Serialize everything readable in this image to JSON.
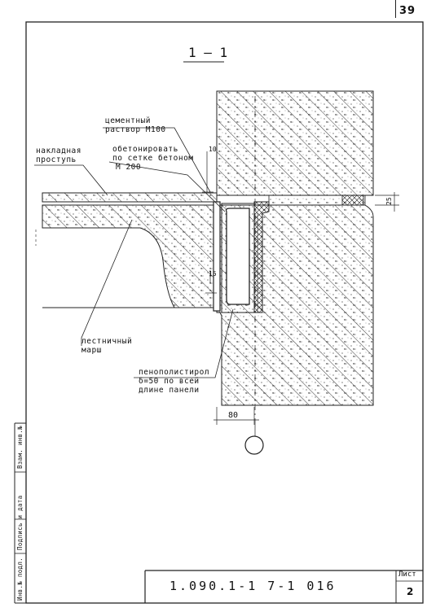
{
  "page_number": "39",
  "section_title": "1 – 1",
  "labels": {
    "cement_line1": "цементный",
    "cement_line2": "раствор М100",
    "landing_line1": "накладная",
    "landing_line2": "проступь",
    "concrete_line1": "обетонировать",
    "concrete_line2": "по сетке бетоном",
    "concrete_line3": "М 200",
    "stair_line1": "лестничный",
    "stair_line2": "марш",
    "foam_line1": "пенополистирол",
    "foam_line2": "δ=50 по всей",
    "foam_line3": "длине панели"
  },
  "dimensions": {
    "d10": "10",
    "d25": "25",
    "d15": "15",
    "d80": "80"
  },
  "title_block": {
    "code": "1.090.1-1 7-1 016",
    "sheet_label": "Лист",
    "sheet_number": "2"
  },
  "side_stamp": {
    "inv_no": "Инв.№ подл.",
    "signature_date": "Подпись и дата",
    "replacement_inv": "Взам. инв.№"
  }
}
